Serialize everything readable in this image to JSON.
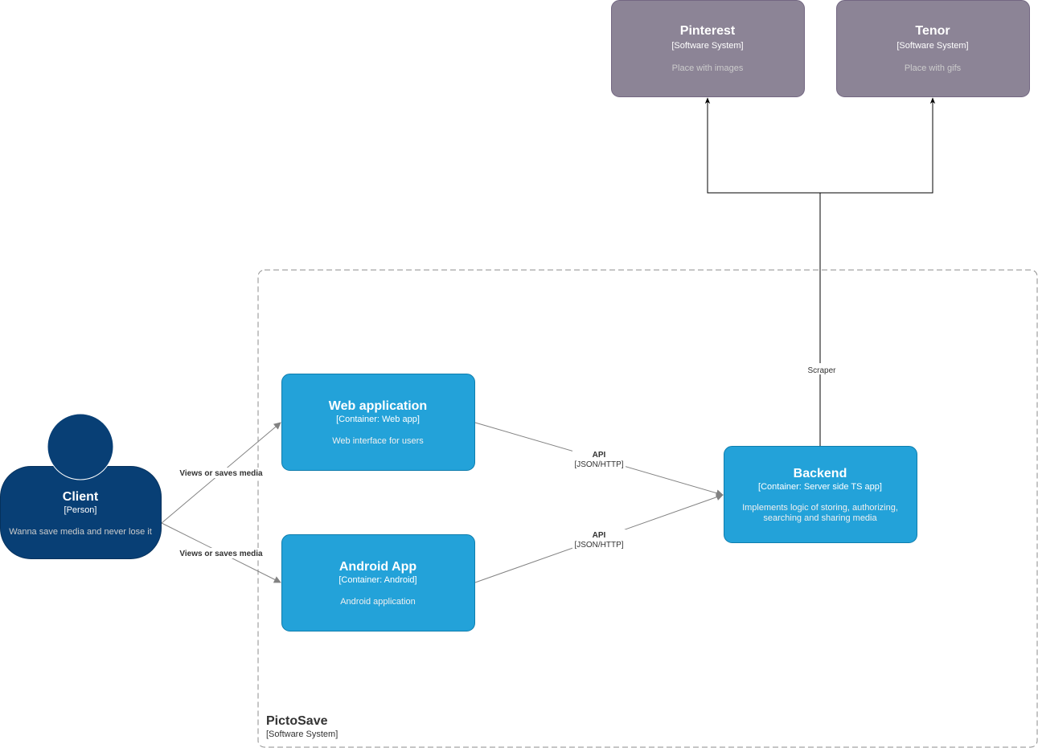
{
  "colors": {
    "external": "#8c8496",
    "external_border": "#736782",
    "container": "#23a2d9",
    "container_border": "#0e7dad",
    "person": "#083f75",
    "person_border": "#06315c",
    "edge_gray": "#828282",
    "edge_black": "#000000"
  },
  "boundary": {
    "name": "PictoSave",
    "type": "[Software System]"
  },
  "nodes": {
    "pinterest": {
      "title": "Pinterest",
      "type": "[Software System]",
      "desc": "Place with images"
    },
    "tenor": {
      "title": "Tenor",
      "type": "[Software System]",
      "desc": "Place with gifs"
    },
    "web": {
      "title": "Web application",
      "type": "[Container: Web app]",
      "desc": "Web interface for users"
    },
    "android": {
      "title": "Android App",
      "type": "[Container: Android]",
      "desc": "Android application"
    },
    "backend": {
      "title": "Backend",
      "type": "[Container: Server side TS app]",
      "desc_line1": "Implements logic of storing, authorizing,",
      "desc_line2": "searching and sharing media"
    },
    "client": {
      "title": "Client",
      "type": "[Person]",
      "desc": "Wanna save media and never lose it"
    }
  },
  "edges": {
    "client_web": "Views or saves media",
    "client_android": "Views or saves media",
    "web_backend_top": "API",
    "web_backend_bottom": "[JSON/HTTP]",
    "android_backend_top": "API",
    "android_backend_bottom": "[JSON/HTTP]",
    "scraper": "Scraper"
  }
}
